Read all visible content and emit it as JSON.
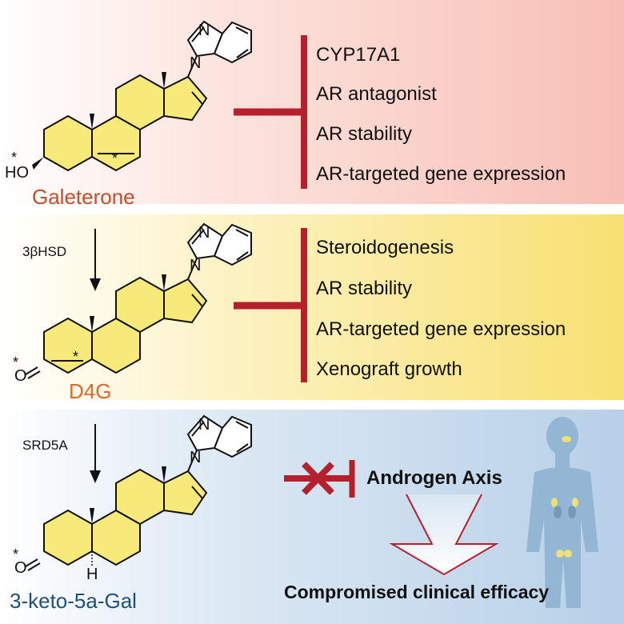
{
  "panel1": {
    "compound": "Galeterone",
    "compound_color": "#c0502a",
    "bg_color": "#f9c9c0",
    "targets": [
      "CYP17A1",
      "AR antagonist",
      "AR stability",
      "AR-targeted gene expression"
    ]
  },
  "panel2": {
    "enzyme": "3βHSD",
    "compound": "D4G",
    "compound_color": "#e0662a",
    "bg_color": "#f7e36a",
    "targets": [
      "Steroidogenesis",
      "AR stability",
      "AR-targeted gene expression",
      "Xenograft growth"
    ]
  },
  "panel3": {
    "enzyme": "SRD5A",
    "compound": "3-keto-5a-Gal",
    "compound_color": "#1f4f7a",
    "bg_color": "#bcd4ea",
    "target": "Androgen Axis",
    "outcome": "Compromised clinical efficacy"
  },
  "atoms": {
    "N": "N",
    "HO": "HO",
    "O": "O",
    "H": "H",
    "star": "*"
  },
  "colors": {
    "inhibit": "#b5202c",
    "ring_fill": "#f7e97a",
    "body": "#8fb3d3"
  }
}
